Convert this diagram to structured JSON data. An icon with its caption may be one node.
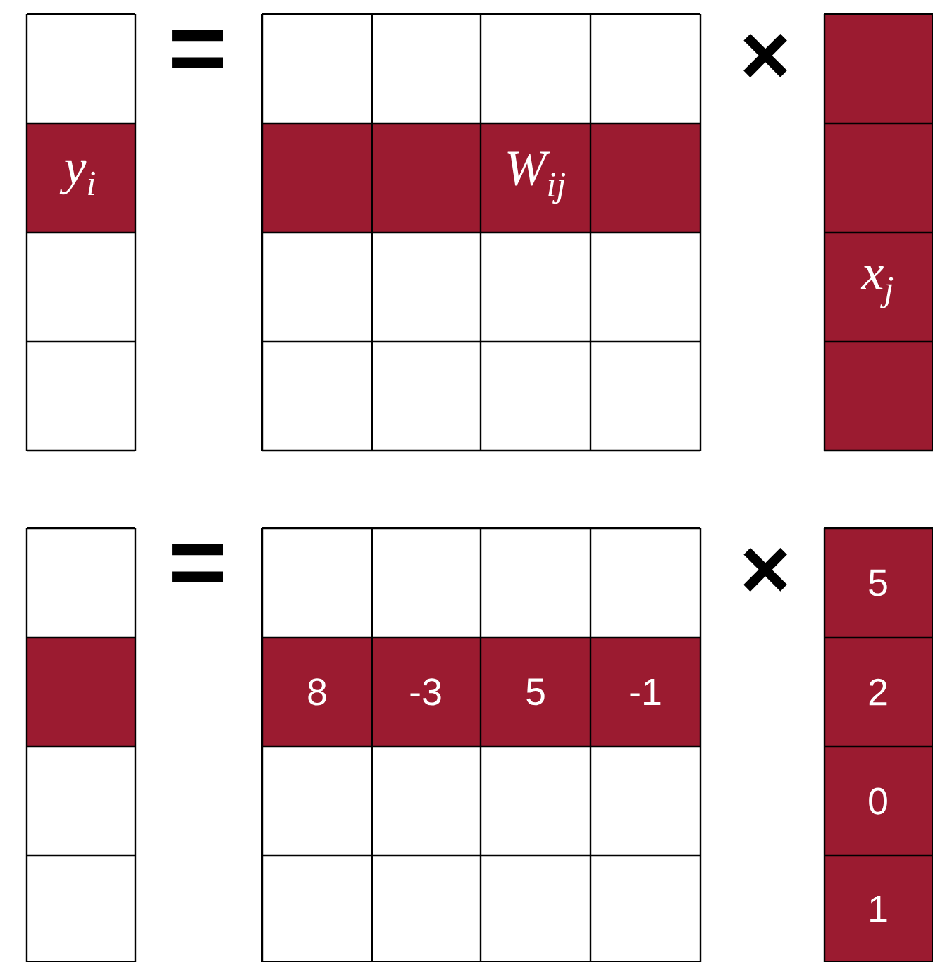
{
  "diagram": {
    "labels": [
      "y$_{i}$",
      "=",
      "W$_{ij}$",
      "×",
      "x$_{j}$",
      "=",
      "8",
      "-3",
      "5",
      "-1",
      "×",
      "5",
      "2",
      "0",
      "1"
    ]
  }
}
